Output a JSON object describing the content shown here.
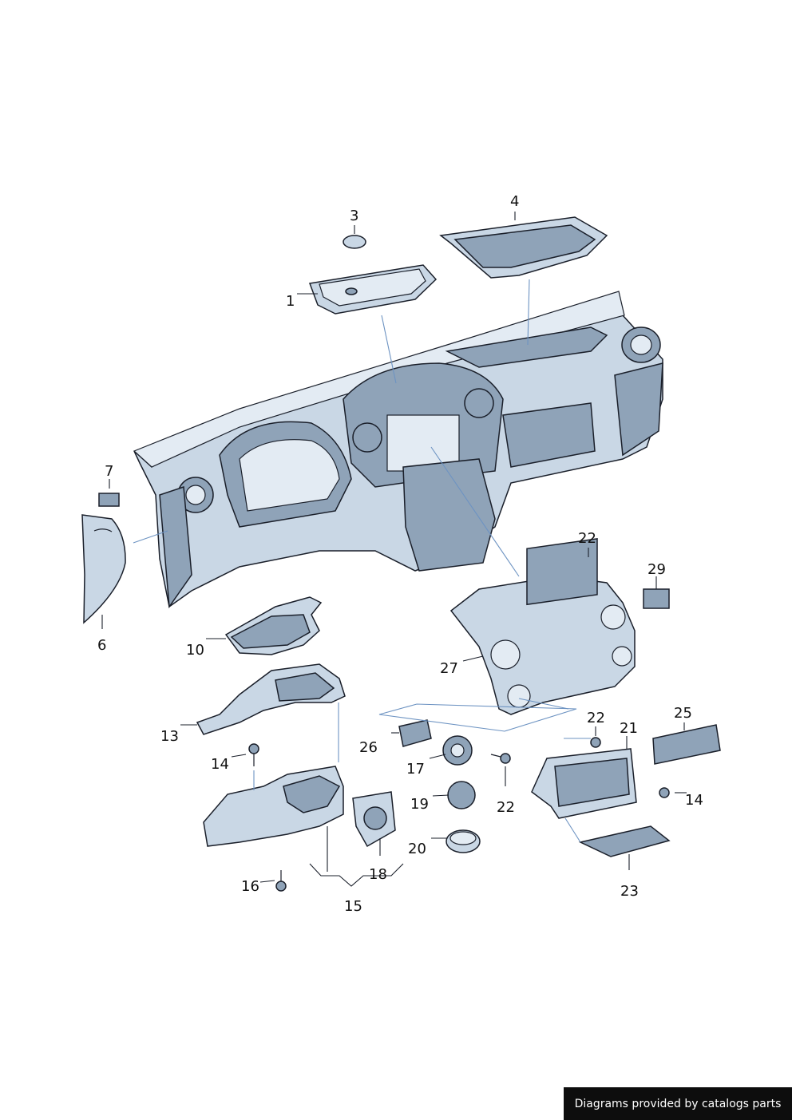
{
  "diagram": {
    "callouts": [
      {
        "id": "c1",
        "label": "1"
      },
      {
        "id": "c3",
        "label": "3"
      },
      {
        "id": "c4",
        "label": "4"
      },
      {
        "id": "c6",
        "label": "6"
      },
      {
        "id": "c7",
        "label": "7"
      },
      {
        "id": "c10",
        "label": "10"
      },
      {
        "id": "c13",
        "label": "13"
      },
      {
        "id": "c14a",
        "label": "14"
      },
      {
        "id": "c14b",
        "label": "14"
      },
      {
        "id": "c15",
        "label": "15"
      },
      {
        "id": "c16",
        "label": "16"
      },
      {
        "id": "c17",
        "label": "17"
      },
      {
        "id": "c18",
        "label": "18"
      },
      {
        "id": "c19",
        "label": "19"
      },
      {
        "id": "c20",
        "label": "20"
      },
      {
        "id": "c21",
        "label": "21"
      },
      {
        "id": "c22a",
        "label": "22"
      },
      {
        "id": "c22b",
        "label": "22"
      },
      {
        "id": "c22c",
        "label": "22"
      },
      {
        "id": "c23",
        "label": "23"
      },
      {
        "id": "c25",
        "label": "25"
      },
      {
        "id": "c26",
        "label": "26"
      },
      {
        "id": "c27",
        "label": "27"
      },
      {
        "id": "c29",
        "label": "29"
      }
    ],
    "colors": {
      "part_fill": "#c9d7e5",
      "part_shadow": "#8fa3b8",
      "outline": "#1a1f2a",
      "guide_line": "#6d93c2"
    }
  },
  "watermark": {
    "text": "Diagrams provided by catalogs parts"
  }
}
